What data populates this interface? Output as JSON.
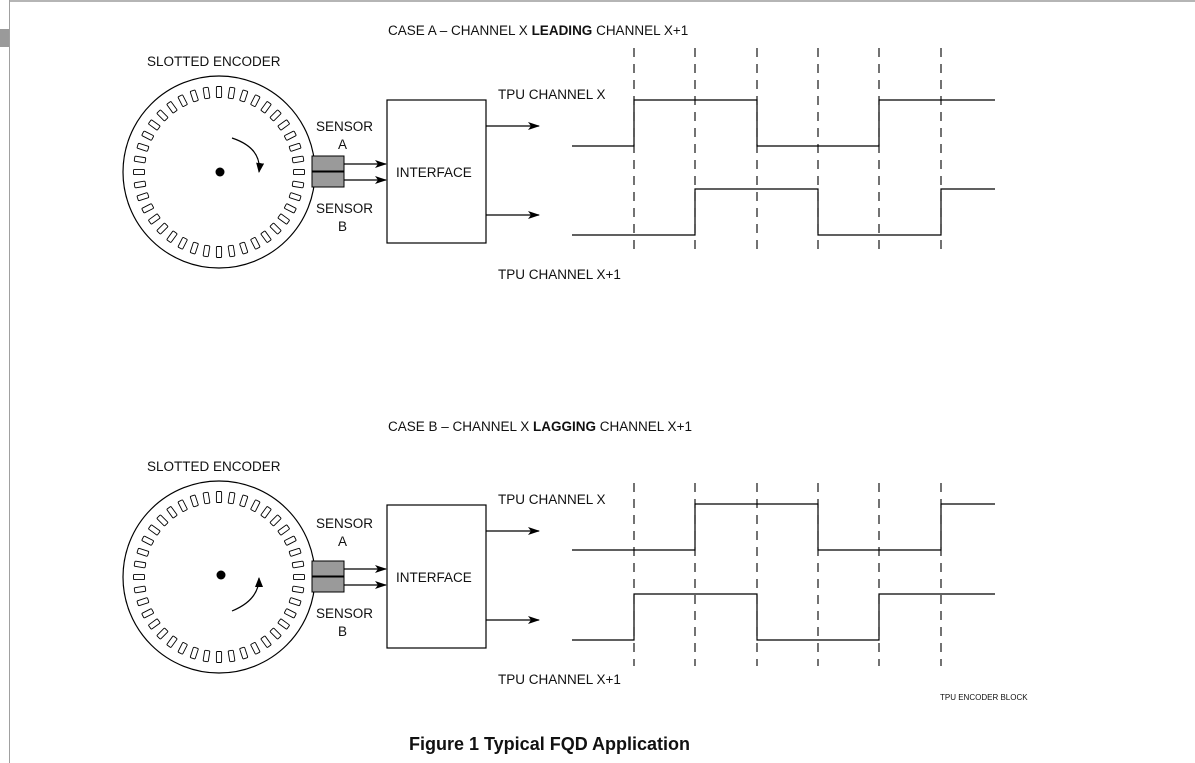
{
  "figure": {
    "caption": "Figure 1 Typical FQD Application",
    "footnote": "TPU ENCODER BLOCK",
    "case_a": {
      "title_pre": "CASE A – CHANNEL X ",
      "title_bold": "LEADING",
      "title_post": " CHANNEL X+1",
      "encoder_label": "SLOTTED ENCODER",
      "sensor_a": [
        "SENSOR",
        "A"
      ],
      "sensor_b": [
        "SENSOR",
        "B"
      ],
      "interface_label": "INTERFACE",
      "channel_x_label": "TPU CHANNEL X",
      "channel_x1_label": "TPU CHANNEL X+1",
      "rotation": "clockwise",
      "channel_x_levels": [
        0,
        1,
        1,
        0,
        0,
        1,
        1
      ],
      "channel_x1_levels": [
        0,
        0,
        1,
        1,
        0,
        0,
        1
      ]
    },
    "case_b": {
      "title_pre": "CASE B – CHANNEL X ",
      "title_bold": "LAGGING",
      "title_post": " CHANNEL X+1",
      "encoder_label": "SLOTTED ENCODER",
      "sensor_a": [
        "SENSOR",
        "A"
      ],
      "sensor_b": [
        "SENSOR",
        "B"
      ],
      "interface_label": "INTERFACE",
      "channel_x_label": "TPU CHANNEL X",
      "channel_x1_label": "TPU CHANNEL X+1",
      "rotation": "counterclockwise",
      "channel_x_levels": [
        0,
        0,
        1,
        1,
        0,
        0,
        1
      ],
      "channel_x1_levels": [
        0,
        1,
        1,
        0,
        0,
        1,
        1
      ]
    }
  }
}
